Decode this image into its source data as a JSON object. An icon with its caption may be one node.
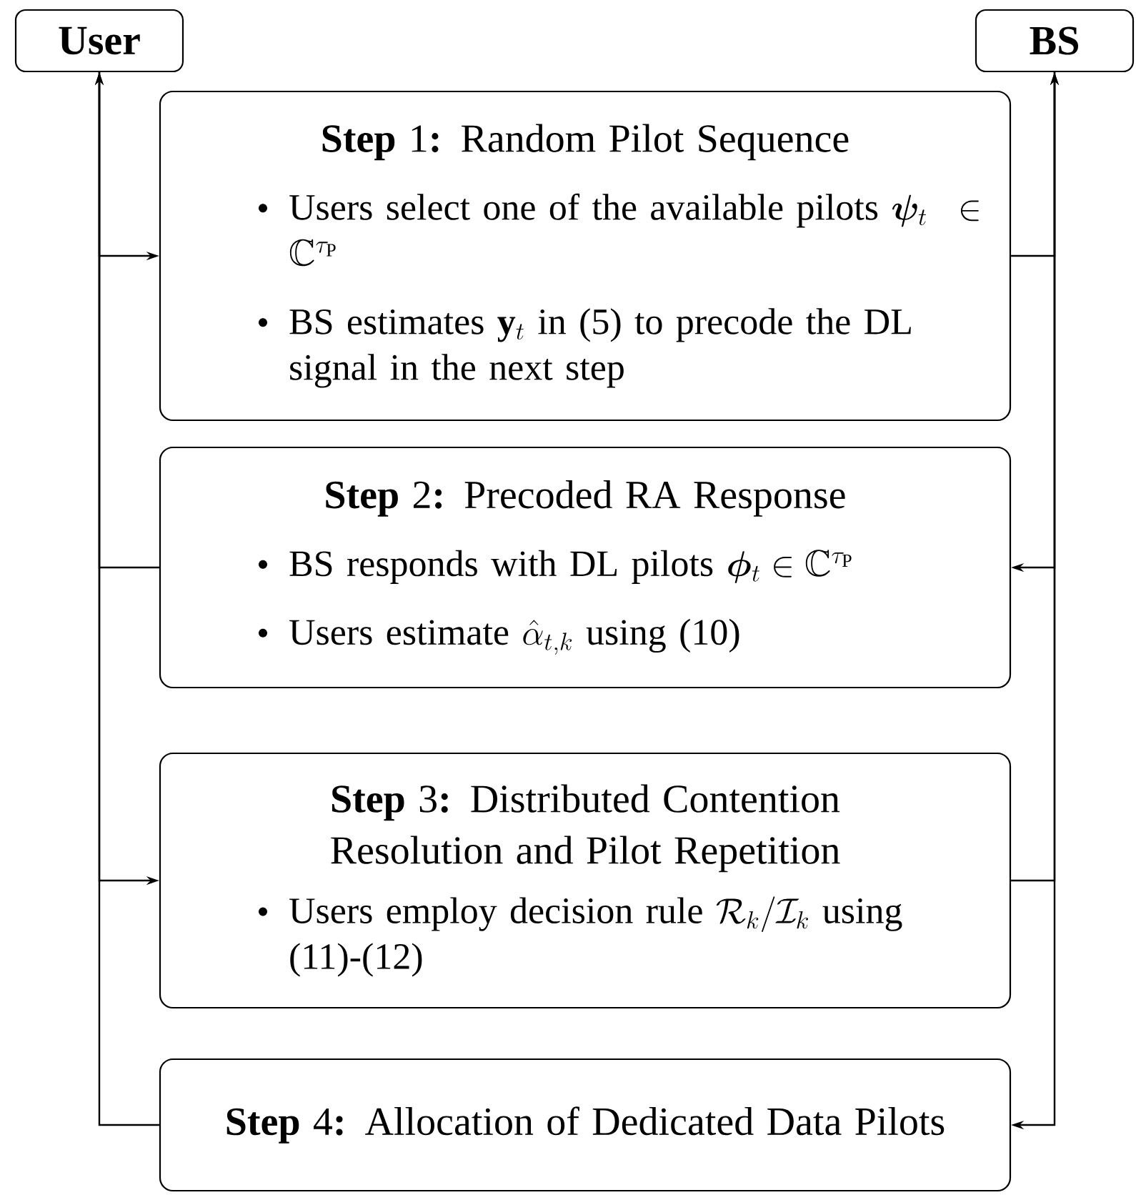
{
  "diagram": {
    "nodes": [
      {
        "text": [
          "User"
        ]
      },
      {
        "text": [
          "BS"
        ]
      },
      {
        "text": [
          "**Step** 1**:** Random Pilot Sequence",
          "Users select one of the available pilots",
          "\\boldsymbol{\\psi}_t \\in \\mathbb{C}^{\\tau_\\mathrm{P}}",
          "BS estimates",
          "\\mathbf{y}_t",
          "in (5) to precode the DL signal in the next step"
        ]
      },
      {
        "text": [
          "**Step** 2**:** Precoded RA Response",
          "BS responds with DL pilots",
          "\\boldsymbol{\\phi}_t \\in \\mathbb{C}^{\\tau_\\mathrm{P}}",
          "Users estimate",
          "\\hat{\\alpha}_{t,k}",
          "using (10)"
        ]
      },
      {
        "text": [
          "**Step** 3**:** Distributed Contention Resolution and Pilot Repetition",
          "Users employ decision rule",
          "\\mathcal{R}_k/\\mathcal{I}_k",
          "using (11)-(12)"
        ]
      },
      {
        "text": [
          "**Step** 4**:** Allocation of Dedicated Data Pilots"
        ]
      }
    ],
    "edges": [
      {
        "from": 0,
        "to": 2,
        "arrow": "to"
      },
      {
        "from": 2,
        "to": 1,
        "arrow": "to"
      },
      {
        "from": 1,
        "to": 3,
        "arrow": "to"
      },
      {
        "from": 3,
        "to": 0,
        "arrow": "to"
      },
      {
        "from": 0,
        "to": 4,
        "arrow": "to"
      },
      {
        "from": 4,
        "to": 1,
        "arrow": "to"
      },
      {
        "from": 1,
        "to": 5,
        "arrow": "to"
      },
      {
        "from": 5,
        "to": 0,
        "arrow": "to"
      }
    ]
  }
}
